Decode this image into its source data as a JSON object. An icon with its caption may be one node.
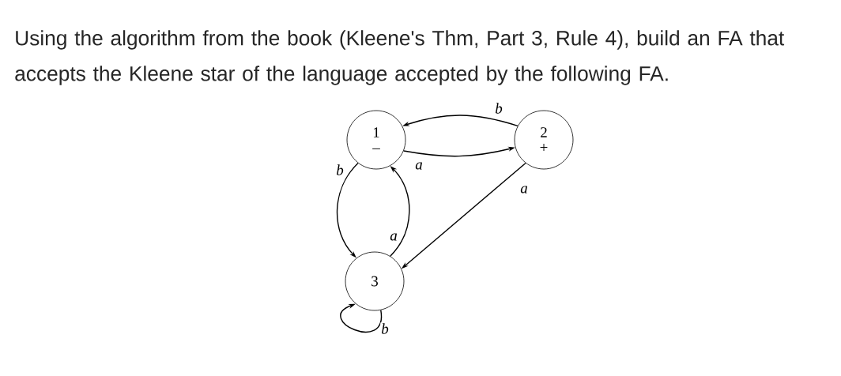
{
  "diagram": {
    "title": "Using the algorithm from the book (Kleene's Thm, Part 3, Rule 4), build an FA that accepts the Kleene star of the language accepted by the following FA.",
    "nodes": [
      {
        "text": [
          "1",
          "–"
        ]
      },
      {
        "text": [
          "2",
          "+"
        ]
      },
      {
        "text": [
          "3"
        ]
      }
    ],
    "edges": [
      {
        "from": 1,
        "to": 0,
        "arrow": "to",
        "label": "b"
      },
      {
        "from": 0,
        "to": 1,
        "arrow": "to",
        "label": "a"
      },
      {
        "from": 0,
        "to": 2,
        "arrow": "to",
        "label": "b"
      },
      {
        "from": 2,
        "to": 0,
        "arrow": "to",
        "label": "a"
      },
      {
        "from": 1,
        "to": 2,
        "arrow": "to",
        "label": "a"
      },
      {
        "from": 2,
        "to": 2,
        "arrow": "to",
        "label": "b"
      }
    ]
  }
}
